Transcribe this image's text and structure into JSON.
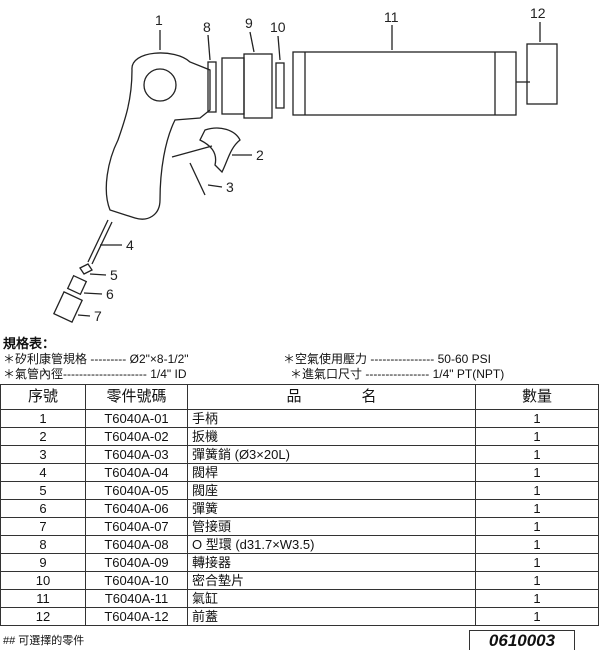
{
  "diagram": {
    "callouts": [
      "1",
      "2",
      "3",
      "4",
      "5",
      "6",
      "7",
      "8",
      "9",
      "10",
      "11",
      "12"
    ]
  },
  "specs": {
    "title": "規格表：",
    "items": [
      "＊矽利康管規格 --------- Ø2\"×8-1/2\"",
      "＊空氣使用壓力 ---------------- 50-60 PSI",
      "＊氣管內徑--------------------- 1/4\" ID",
      "＊進氣口尺寸 ---------------- 1/4\" PT(NPT)"
    ]
  },
  "table": {
    "headers": [
      "序號",
      "零件號碼",
      "品　　　　名",
      "數量"
    ],
    "rows": [
      [
        "1",
        "T6040A-01",
        "手柄",
        "1"
      ],
      [
        "2",
        "T6040A-02",
        "扳機",
        "1"
      ],
      [
        "3",
        "T6040A-03",
        "彈簧銷 (Ø3×20L)",
        "1"
      ],
      [
        "4",
        "T6040A-04",
        "閥桿",
        "1"
      ],
      [
        "5",
        "T6040A-05",
        "閥座",
        "1"
      ],
      [
        "6",
        "T6040A-06",
        "彈簧",
        "1"
      ],
      [
        "7",
        "T6040A-07",
        "管接頭",
        "1"
      ],
      [
        "8",
        "T6040A-08",
        "O 型環 (d31.7×W3.5)",
        "1"
      ],
      [
        "9",
        "T6040A-09",
        "轉接器",
        "1"
      ],
      [
        "10",
        "T6040A-10",
        "密合墊片",
        "1"
      ],
      [
        "11",
        "T6040A-11",
        "氣缸",
        "1"
      ],
      [
        "12",
        "T6040A-12",
        "前蓋",
        "1"
      ]
    ]
  },
  "footer": {
    "note": "## 可選擇的零件",
    "code": "0610003"
  }
}
